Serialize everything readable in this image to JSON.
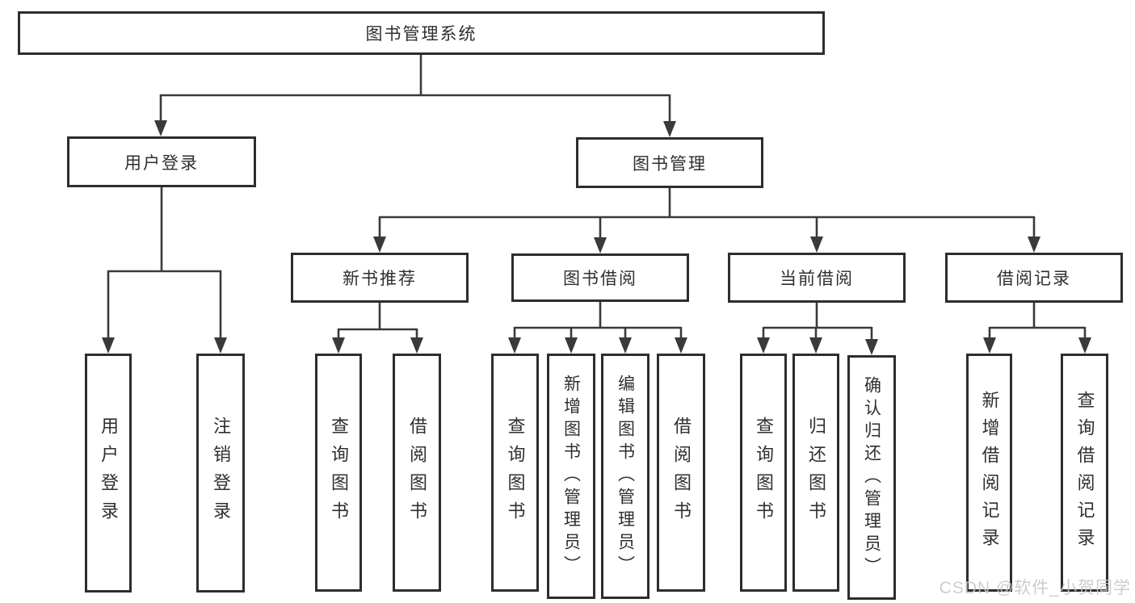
{
  "tree": {
    "root": {
      "label": "图书管理系统"
    },
    "branches": [
      {
        "label": "用户登录",
        "leaves": [
          {
            "label": "用户登录"
          },
          {
            "label": "注销登录"
          }
        ]
      },
      {
        "label": "图书管理",
        "groups": [
          {
            "label": "新书推荐",
            "leaves": [
              {
                "label": "查询图书"
              },
              {
                "label": "借阅图书"
              }
            ]
          },
          {
            "label": "图书借阅",
            "leaves": [
              {
                "label": "查询图书"
              },
              {
                "label": "新增图书（管理员）"
              },
              {
                "label": "编辑图书（管理员）"
              },
              {
                "label": "借阅图书"
              }
            ]
          },
          {
            "label": "当前借阅",
            "leaves": [
              {
                "label": "查询图书"
              },
              {
                "label": "归还图书"
              },
              {
                "label": "确认归还（管理员）"
              }
            ]
          },
          {
            "label": "借阅记录",
            "leaves": [
              {
                "label": "新增借阅记录"
              },
              {
                "label": "查询借阅记录"
              }
            ]
          }
        ]
      }
    ]
  },
  "watermark": {
    "text": "CSDN @软件_小贺同学"
  },
  "colors": {
    "background": "#ffffff",
    "line": "#3a3a3a",
    "border": "#2d2d2d",
    "text": "#2f2f2f",
    "watermark": "#c8c8c8"
  }
}
